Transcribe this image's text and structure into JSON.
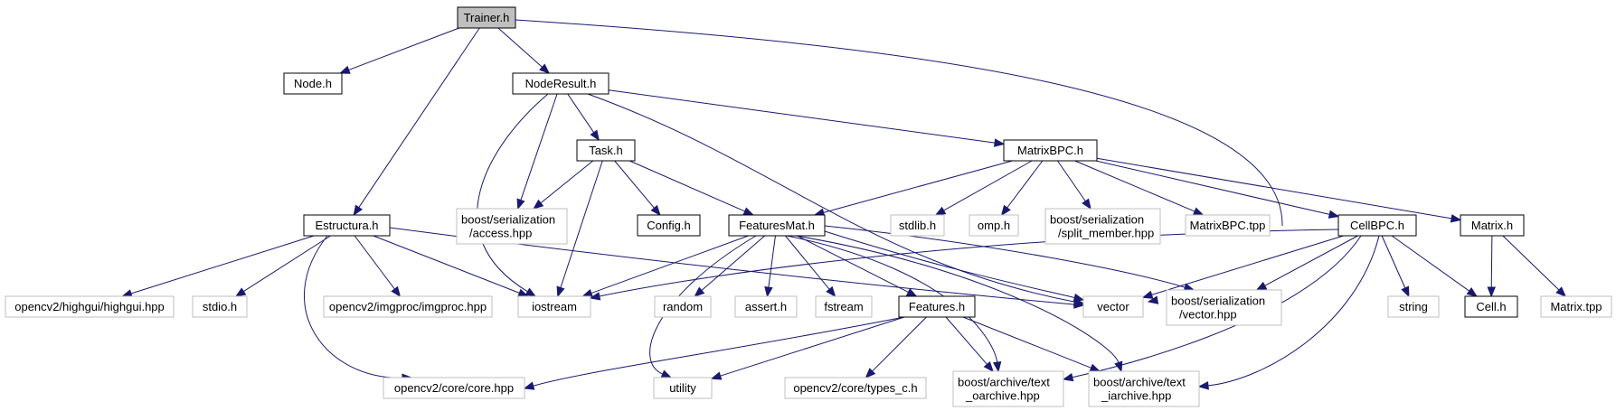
{
  "diagram": {
    "colors": {
      "edge": "#191970",
      "root_fill": "#bfbfbf",
      "local_stroke": "#000000",
      "external_stroke": "#bfbfbf",
      "text": "#000000"
    },
    "nodes": [
      {
        "id": "trainer",
        "lines": [
          "Trainer.h"
        ],
        "kind": "root"
      },
      {
        "id": "node",
        "lines": [
          "Node.h"
        ],
        "kind": "local"
      },
      {
        "id": "noderesult",
        "lines": [
          "NodeResult.h"
        ],
        "kind": "local"
      },
      {
        "id": "estructura",
        "lines": [
          "Estructura.h"
        ],
        "kind": "local"
      },
      {
        "id": "task",
        "lines": [
          "Task.h"
        ],
        "kind": "local"
      },
      {
        "id": "matrixbpc",
        "lines": [
          "MatrixBPC.h"
        ],
        "kind": "local"
      },
      {
        "id": "access",
        "lines": [
          "boost/serialization",
          "/access.hpp"
        ],
        "kind": "external"
      },
      {
        "id": "config",
        "lines": [
          "Config.h"
        ],
        "kind": "local"
      },
      {
        "id": "featuresmat",
        "lines": [
          "FeaturesMat.h"
        ],
        "kind": "local"
      },
      {
        "id": "stdlib",
        "lines": [
          "stdlib.h"
        ],
        "kind": "external"
      },
      {
        "id": "omp",
        "lines": [
          "omp.h"
        ],
        "kind": "external"
      },
      {
        "id": "splitmember",
        "lines": [
          "boost/serialization",
          "/split_member.hpp"
        ],
        "kind": "external"
      },
      {
        "id": "matrixbpctpp",
        "lines": [
          "MatrixBPC.tpp"
        ],
        "kind": "external"
      },
      {
        "id": "cellbpc",
        "lines": [
          "CellBPC.h"
        ],
        "kind": "local"
      },
      {
        "id": "matrix",
        "lines": [
          "Matrix.h"
        ],
        "kind": "local"
      },
      {
        "id": "highgui",
        "lines": [
          "opencv2/highgui/highgui.hpp"
        ],
        "kind": "external"
      },
      {
        "id": "stdio",
        "lines": [
          "stdio.h"
        ],
        "kind": "external"
      },
      {
        "id": "imgproc",
        "lines": [
          "opencv2/imgproc/imgproc.hpp"
        ],
        "kind": "external"
      },
      {
        "id": "iostream",
        "lines": [
          "iostream"
        ],
        "kind": "external"
      },
      {
        "id": "random",
        "lines": [
          "random"
        ],
        "kind": "external"
      },
      {
        "id": "assert",
        "lines": [
          "assert.h"
        ],
        "kind": "external"
      },
      {
        "id": "fstream",
        "lines": [
          "fstream"
        ],
        "kind": "external"
      },
      {
        "id": "features",
        "lines": [
          "Features.h"
        ],
        "kind": "local"
      },
      {
        "id": "vector",
        "lines": [
          "vector"
        ],
        "kind": "external"
      },
      {
        "id": "serialvector",
        "lines": [
          "boost/serialization",
          "/vector.hpp"
        ],
        "kind": "external"
      },
      {
        "id": "string",
        "lines": [
          "string"
        ],
        "kind": "external"
      },
      {
        "id": "cell",
        "lines": [
          "Cell.h"
        ],
        "kind": "local"
      },
      {
        "id": "matrixtpp",
        "lines": [
          "Matrix.tpp"
        ],
        "kind": "external"
      },
      {
        "id": "core",
        "lines": [
          "opencv2/core/core.hpp"
        ],
        "kind": "external"
      },
      {
        "id": "utility",
        "lines": [
          "utility"
        ],
        "kind": "external"
      },
      {
        "id": "typesc",
        "lines": [
          "opencv2/core/types_c.h"
        ],
        "kind": "external"
      },
      {
        "id": "oarchive",
        "lines": [
          "boost/archive/text",
          "_oarchive.hpp"
        ],
        "kind": "external"
      },
      {
        "id": "iarchive",
        "lines": [
          "boost/archive/text",
          "_iarchive.hpp"
        ],
        "kind": "external"
      }
    ],
    "edges": [
      {
        "from": "trainer",
        "to": "node"
      },
      {
        "from": "trainer",
        "to": "noderesult"
      },
      {
        "from": "trainer",
        "to": "estructura"
      },
      {
        "from": "trainer",
        "to": "vector"
      },
      {
        "from": "noderesult",
        "to": "task"
      },
      {
        "from": "noderesult",
        "to": "matrixbpc"
      },
      {
        "from": "noderesult",
        "to": "access"
      },
      {
        "from": "noderesult",
        "to": "iostream"
      },
      {
        "from": "noderesult",
        "to": "vector"
      },
      {
        "from": "task",
        "to": "access"
      },
      {
        "from": "task",
        "to": "config"
      },
      {
        "from": "task",
        "to": "featuresmat"
      },
      {
        "from": "task",
        "to": "iostream"
      },
      {
        "from": "matrixbpc",
        "to": "featuresmat"
      },
      {
        "from": "matrixbpc",
        "to": "stdlib"
      },
      {
        "from": "matrixbpc",
        "to": "omp"
      },
      {
        "from": "matrixbpc",
        "to": "splitmember"
      },
      {
        "from": "matrixbpc",
        "to": "matrixbpctpp"
      },
      {
        "from": "matrixbpc",
        "to": "cellbpc"
      },
      {
        "from": "matrixbpc",
        "to": "matrix"
      },
      {
        "from": "estructura",
        "to": "highgui"
      },
      {
        "from": "estructura",
        "to": "stdio"
      },
      {
        "from": "estructura",
        "to": "imgproc"
      },
      {
        "from": "estructura",
        "to": "iostream"
      },
      {
        "from": "estructura",
        "to": "vector"
      },
      {
        "from": "estructura",
        "to": "core"
      },
      {
        "from": "featuresmat",
        "to": "iostream"
      },
      {
        "from": "featuresmat",
        "to": "random"
      },
      {
        "from": "featuresmat",
        "to": "assert"
      },
      {
        "from": "featuresmat",
        "to": "fstream"
      },
      {
        "from": "featuresmat",
        "to": "features"
      },
      {
        "from": "featuresmat",
        "to": "vector"
      },
      {
        "from": "featuresmat",
        "to": "serialvector"
      },
      {
        "from": "featuresmat",
        "to": "utility"
      },
      {
        "from": "featuresmat",
        "to": "oarchive"
      },
      {
        "from": "featuresmat",
        "to": "iarchive"
      },
      {
        "from": "cellbpc",
        "to": "iostream"
      },
      {
        "from": "cellbpc",
        "to": "vector"
      },
      {
        "from": "cellbpc",
        "to": "serialvector"
      },
      {
        "from": "cellbpc",
        "to": "string"
      },
      {
        "from": "cellbpc",
        "to": "cell"
      },
      {
        "from": "cellbpc",
        "to": "oarchive"
      },
      {
        "from": "cellbpc",
        "to": "iarchive"
      },
      {
        "from": "matrix",
        "to": "cell"
      },
      {
        "from": "matrix",
        "to": "matrixtpp"
      },
      {
        "from": "features",
        "to": "core"
      },
      {
        "from": "features",
        "to": "utility"
      },
      {
        "from": "features",
        "to": "typesc"
      },
      {
        "from": "features",
        "to": "oarchive"
      },
      {
        "from": "features",
        "to": "iarchive"
      }
    ]
  }
}
